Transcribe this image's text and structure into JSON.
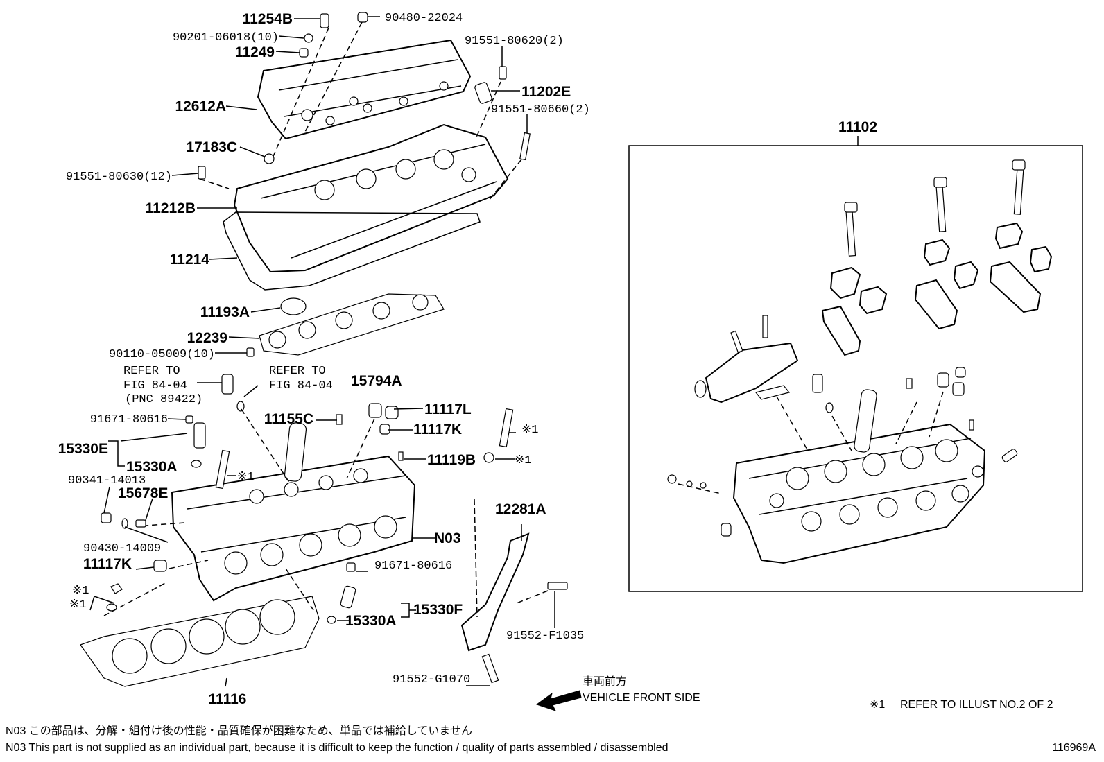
{
  "diagram_id": "116969A",
  "assembly": {
    "label": "11102",
    "note_mark": "※1",
    "note": "REFER TO ILLUST NO.2 OF 2"
  },
  "direction": {
    "jp": "車両前方",
    "en": "VEHICLE FRONT SIDE"
  },
  "footnote": {
    "jp": "N03  この部品は、分解・組付け後の性能・品質確保が困難なため、単品では補給していません",
    "en": "N03  This part is not supplied as an individual part, because it is difficult to keep the function / quality of parts  assembled / disassembled"
  },
  "parts": [
    {
      "id": "p1",
      "label": "11254B",
      "style": "part"
    },
    {
      "id": "p2",
      "label": "90480-22024",
      "style": "ref"
    },
    {
      "id": "p3",
      "label": "90201-06018(10)",
      "style": "ref"
    },
    {
      "id": "p4",
      "label": "11249",
      "style": "part"
    },
    {
      "id": "p5",
      "label": "91551-80620(2)",
      "style": "ref"
    },
    {
      "id": "p6",
      "label": "11202E",
      "style": "part"
    },
    {
      "id": "p7",
      "label": "12612A",
      "style": "part"
    },
    {
      "id": "p8",
      "label": "91551-80660(2)",
      "style": "ref"
    },
    {
      "id": "p9",
      "label": "17183C",
      "style": "part"
    },
    {
      "id": "p10",
      "label": "91551-80630(12)",
      "style": "ref"
    },
    {
      "id": "p11",
      "label": "11212B",
      "style": "part"
    },
    {
      "id": "p12",
      "label": "11214",
      "style": "part"
    },
    {
      "id": "p13",
      "label": "11193A",
      "style": "part"
    },
    {
      "id": "p14",
      "label": "12239",
      "style": "part"
    },
    {
      "id": "p15",
      "label": "90110-05009(10)",
      "style": "ref"
    },
    {
      "id": "p16",
      "label": "REFER TO",
      "style": "ref"
    },
    {
      "id": "p17",
      "label": "FIG 84-04",
      "style": "ref"
    },
    {
      "id": "p18",
      "label": "(PNC 89422)",
      "style": "ref"
    },
    {
      "id": "p19",
      "label": "REFER TO",
      "style": "ref"
    },
    {
      "id": "p20",
      "label": "FIG 84-04",
      "style": "ref"
    },
    {
      "id": "p21",
      "label": "15794A",
      "style": "part"
    },
    {
      "id": "p22",
      "label": "91671-80616",
      "style": "ref"
    },
    {
      "id": "p23",
      "label": "11155C",
      "style": "part"
    },
    {
      "id": "p24",
      "label": "11117L",
      "style": "part"
    },
    {
      "id": "p25",
      "label": "11117K",
      "style": "part"
    },
    {
      "id": "p26",
      "label": "15330E",
      "style": "part"
    },
    {
      "id": "p27",
      "label": "15330A",
      "style": "part"
    },
    {
      "id": "p28",
      "label": "11119B",
      "style": "part"
    },
    {
      "id": "p29",
      "label": "※1",
      "style": "ref"
    },
    {
      "id": "p30",
      "label": "※1",
      "style": "ref"
    },
    {
      "id": "p31",
      "label": "※1",
      "style": "ref"
    },
    {
      "id": "p32",
      "label": "90341-14013",
      "style": "ref"
    },
    {
      "id": "p33",
      "label": "15678E",
      "style": "part"
    },
    {
      "id": "p34",
      "label": "12281A",
      "style": "part"
    },
    {
      "id": "p35",
      "label": "N03",
      "style": "part"
    },
    {
      "id": "p36",
      "label": "90430-14009",
      "style": "ref"
    },
    {
      "id": "p37",
      "label": "11117K",
      "style": "part"
    },
    {
      "id": "p38",
      "label": "91671-80616",
      "style": "ref"
    },
    {
      "id": "p39",
      "label": "※1",
      "style": "ref"
    },
    {
      "id": "p40",
      "label": "※1",
      "style": "ref"
    },
    {
      "id": "p41",
      "label": "15330F",
      "style": "part"
    },
    {
      "id": "p42",
      "label": "15330A",
      "style": "part"
    },
    {
      "id": "p43",
      "label": "91552-F1035",
      "style": "ref"
    },
    {
      "id": "p44",
      "label": "91552-G1070",
      "style": "ref"
    },
    {
      "id": "p45",
      "label": "11116",
      "style": "part"
    }
  ]
}
